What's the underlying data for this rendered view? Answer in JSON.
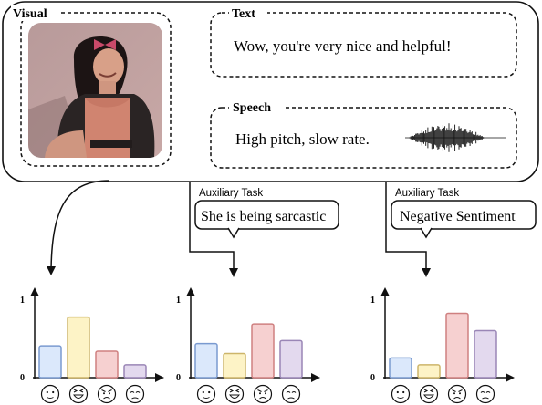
{
  "panels": {
    "visual_label": "Visual",
    "text_label": "Text",
    "text_content": "Wow, you're very nice and helpful!",
    "speech_label": "Speech",
    "speech_content": "High pitch, slow rate."
  },
  "auxiliary": [
    {
      "caption": "Auxiliary Task",
      "label": "She is being sarcastic"
    },
    {
      "caption": "Auxiliary Task",
      "label": "Negative Sentiment"
    }
  ],
  "emoji_icons": [
    "neutral-face-icon",
    "laughing-face-icon",
    "angry-face-icon",
    "sad-face-icon"
  ],
  "colors": {
    "blue": "#dbe8fb",
    "yellow": "#fdf3c6",
    "red": "#f6d0d0",
    "purple": "#e3d9ee"
  },
  "chart_data": [
    {
      "type": "bar",
      "categories": [
        "neutral",
        "laughing",
        "angry",
        "sad"
      ],
      "values": [
        0.42,
        0.8,
        0.35,
        0.17
      ],
      "ylim": [
        0,
        1
      ],
      "yticks": [
        "0",
        "1"
      ]
    },
    {
      "type": "bar",
      "categories": [
        "neutral",
        "laughing",
        "angry",
        "sad"
      ],
      "values": [
        0.45,
        0.32,
        0.71,
        0.49
      ],
      "ylim": [
        0,
        1
      ],
      "yticks": [
        "0",
        "1"
      ]
    },
    {
      "type": "bar",
      "categories": [
        "neutral",
        "laughing",
        "angry",
        "sad"
      ],
      "values": [
        0.26,
        0.17,
        0.85,
        0.62
      ],
      "ylim": [
        0,
        1
      ],
      "yticks": [
        "0",
        "1"
      ]
    }
  ]
}
